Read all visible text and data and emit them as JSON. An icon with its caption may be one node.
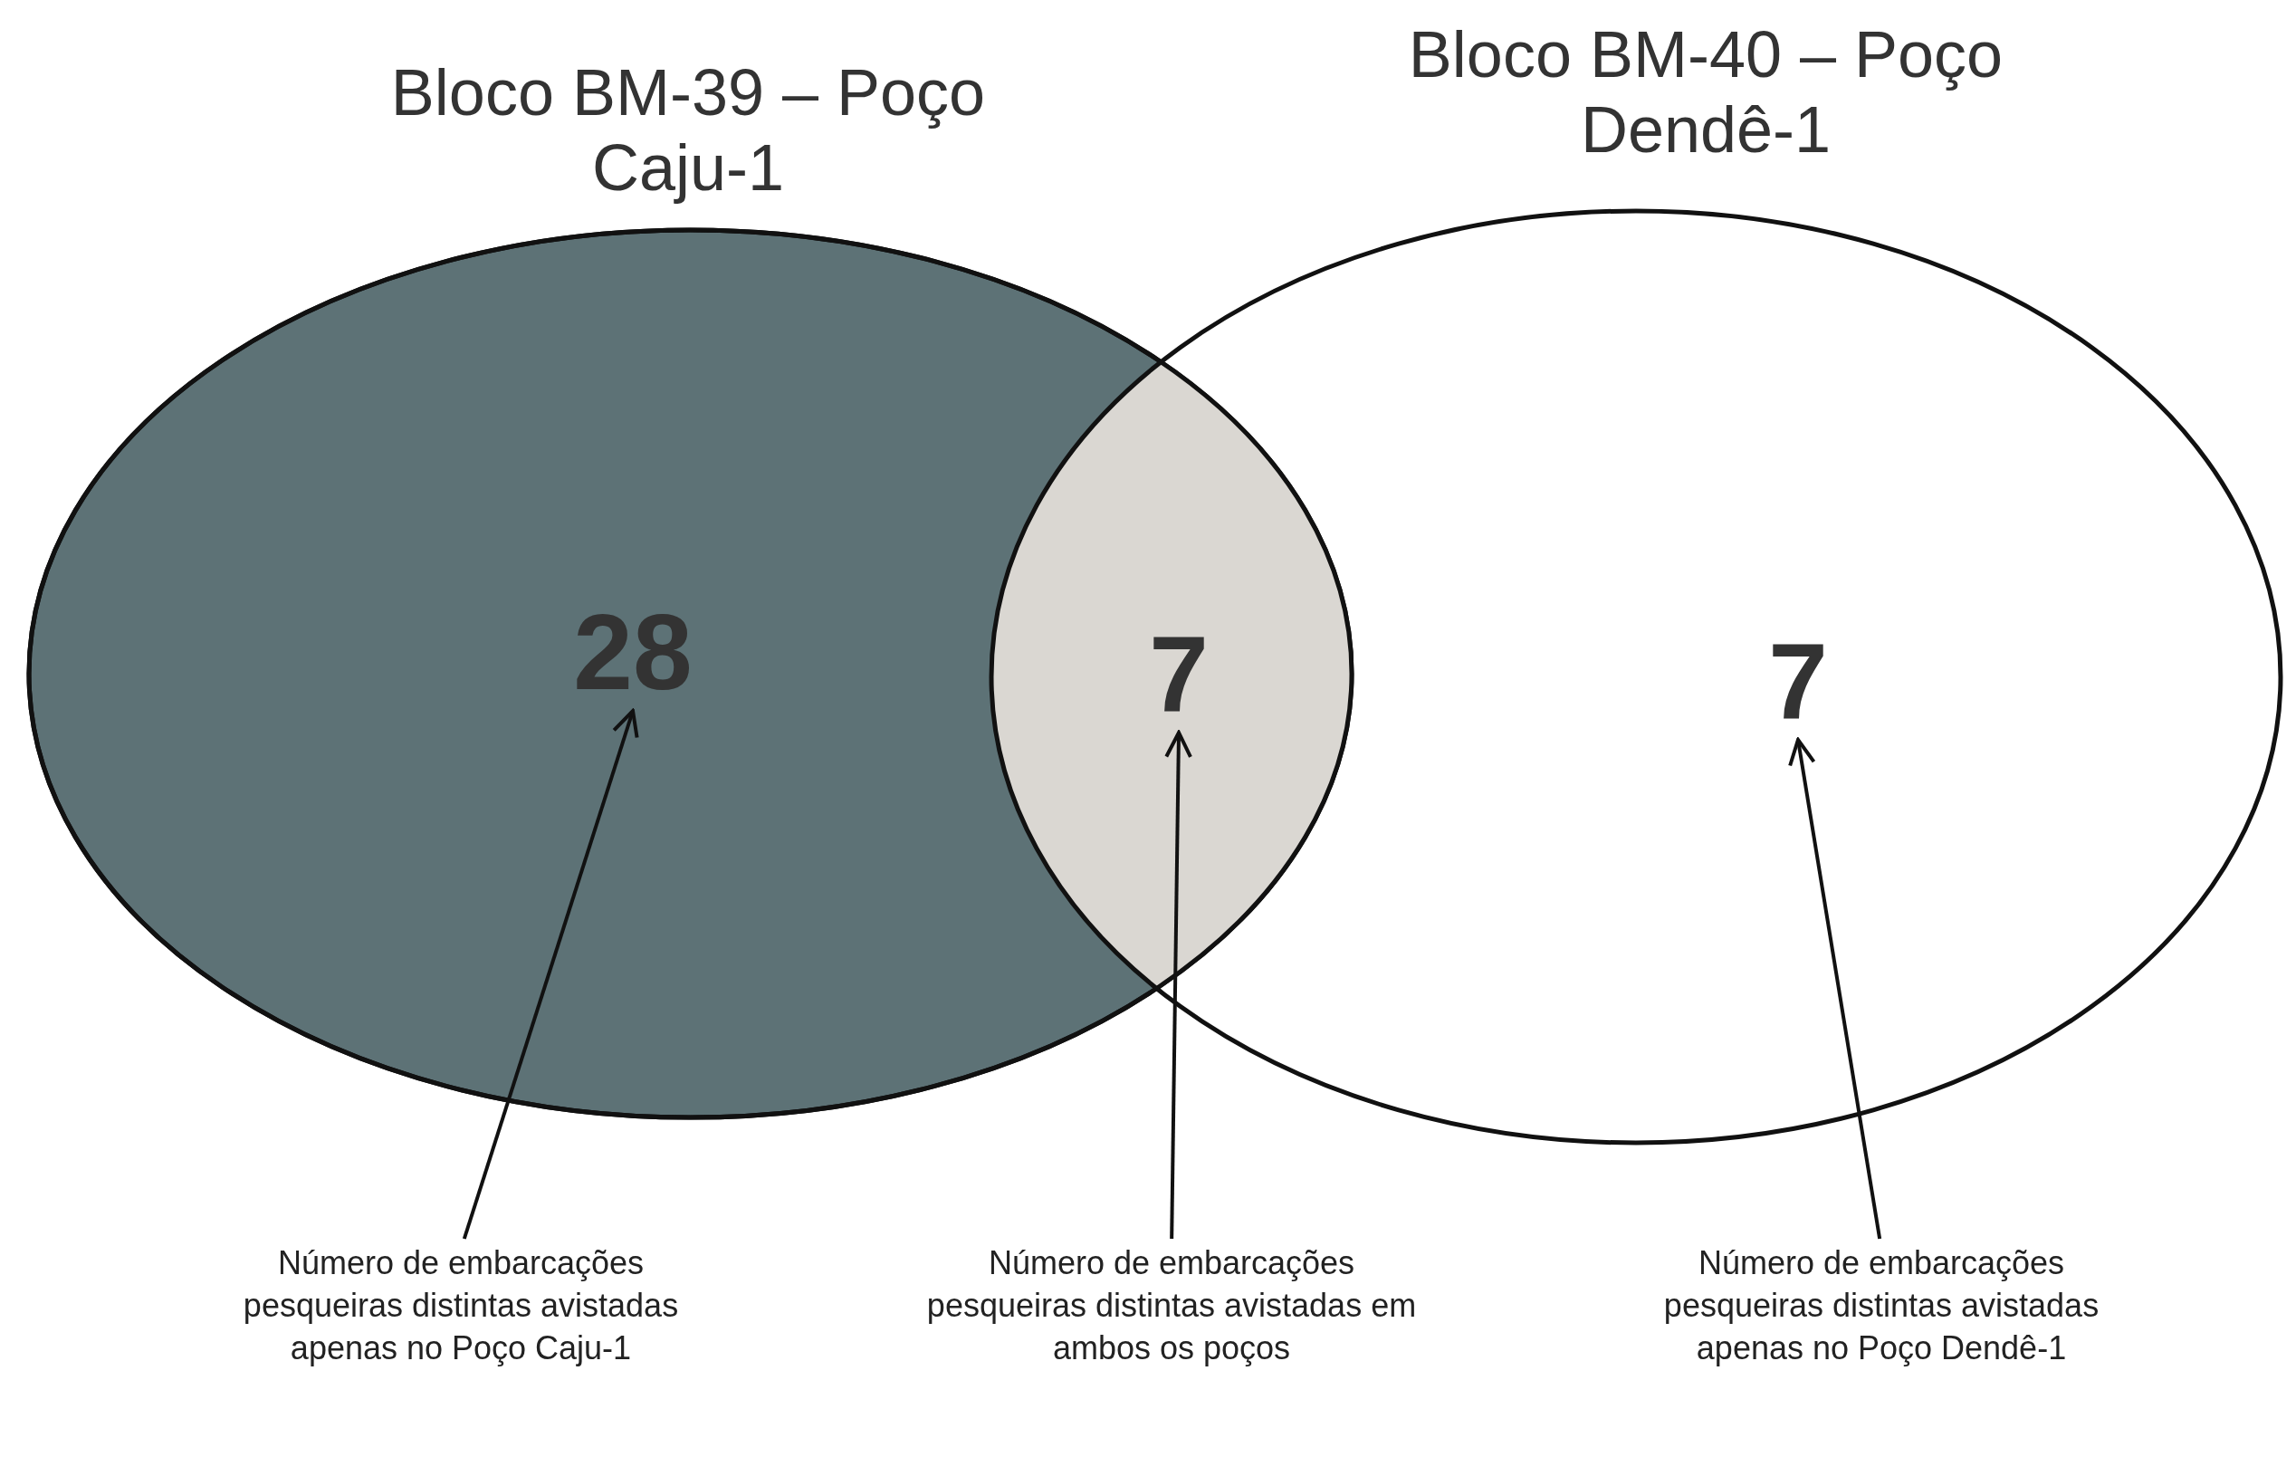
{
  "diagram": {
    "nodes": [
      {
        "text": [
          "Bloco BM-39 – Poço Caju-1"
        ]
      },
      {
        "text": [
          "Bloco BM-40 – Poço Dendê-1"
        ]
      },
      {
        "text": [
          "28"
        ],
        "in": 0
      },
      {
        "text": [
          "7"
        ]
      },
      {
        "text": [
          "7"
        ],
        "in": 1
      },
      {
        "text": [
          "Número de embarcações pesqueiras distintas avistadas apenas no Poço Caju-1"
        ]
      },
      {
        "text": [
          "Número de embarcações pesqueiras distintas avistadas em ambos os poços"
        ]
      },
      {
        "text": [
          "Número de embarcações pesqueiras distintas avistadas apenas no Poço Dendê-1"
        ]
      }
    ],
    "edges": [
      {
        "from": 5,
        "to": 2,
        "arrow": "to"
      },
      {
        "from": 6,
        "to": 3,
        "arrow": "to"
      },
      {
        "from": 7,
        "to": 4,
        "arrow": "to"
      }
    ]
  }
}
